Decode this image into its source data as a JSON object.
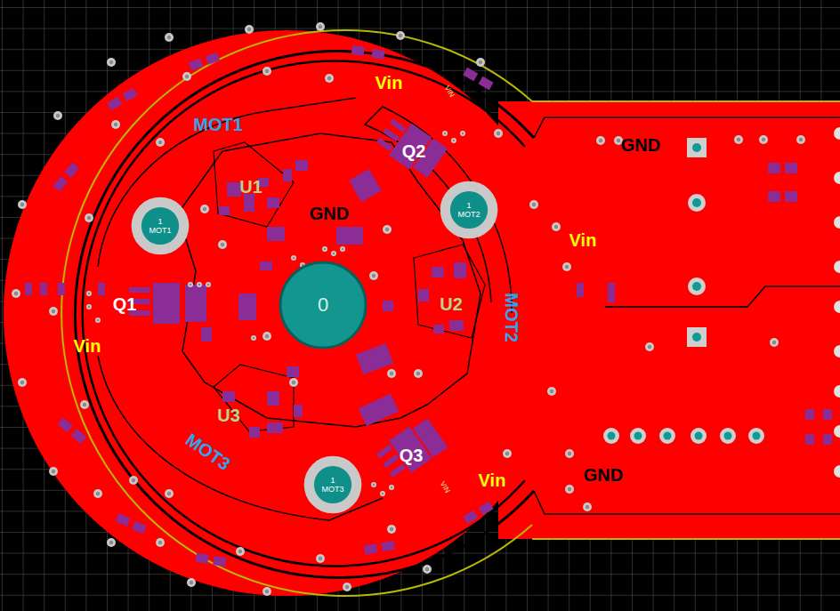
{
  "diagram": {
    "nodes": [
      {
        "text": [
          "1",
          "MOT1"
        ]
      },
      {
        "text": [
          "1",
          "MOT2"
        ]
      },
      {
        "text": [
          "1",
          "MOT3"
        ]
      },
      {
        "text": [
          "0"
        ]
      }
    ],
    "labels": [
      "Vin",
      "VIN",
      "MOT1",
      "U1",
      "GND",
      "Q2",
      "GND",
      "Vin",
      "Q1",
      "U2",
      "MOT2",
      "Vin",
      "U3",
      "MOT3",
      "Q3",
      "VIN",
      "Vin",
      "GND"
    ]
  }
}
